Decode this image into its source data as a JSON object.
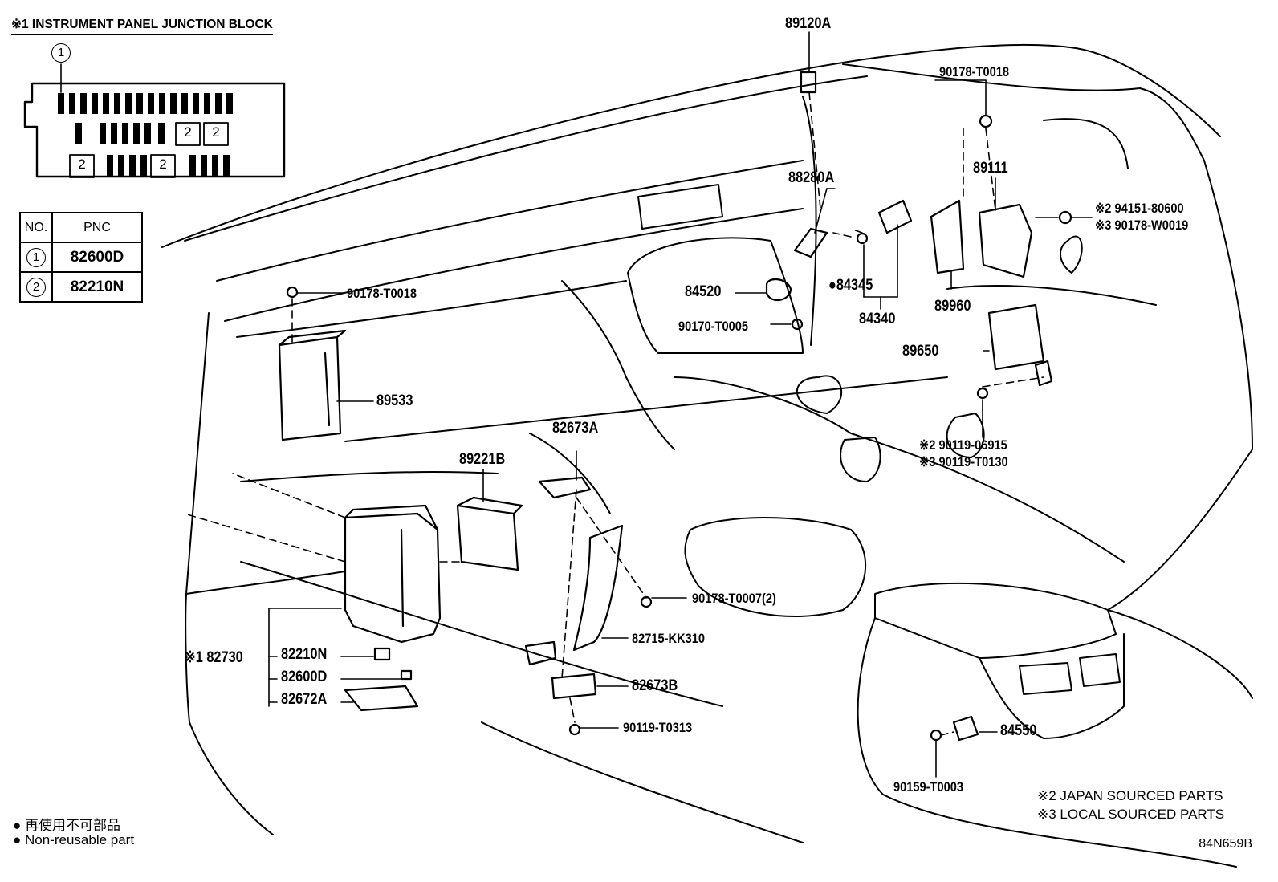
{
  "junction_block_title": "※1 INSTRUMENT PANEL JUNCTION BLOCK",
  "junction_block_callout": "1",
  "junction_block_small_badge": "2",
  "pnc_table": {
    "header_no": "NO.",
    "header_pnc": "PNC",
    "rows": [
      {
        "no": "1",
        "pnc": "82600D"
      },
      {
        "no": "2",
        "pnc": "82210N"
      }
    ]
  },
  "part_labels": {
    "p89120A": "89120A",
    "p90178_T0018_top": "90178-T0018",
    "p89111": "89111",
    "p88280A": "88280A",
    "p94151_80600": "※2 94151-80600",
    "p90178_W0019": "※3 90178-W0019",
    "p90178_T0018_left": "90178-T0018",
    "p84520": "84520",
    "p84345": "●84345",
    "p89960": "89960",
    "p84340": "84340",
    "p90170_T0005": "90170-T0005",
    "p89650": "89650",
    "p89533": "89533",
    "p82673A": "82673A",
    "p90119_06915": "※2 90119-06915",
    "p90119_T0130": "※3 90119-T0130",
    "p89221B": "89221B",
    "p90178_T0007": "90178-T0007(2)",
    "p82715_KK310": "82715-KK310",
    "p82730": "※1 82730",
    "p82210N": "82210N",
    "p82600D": "82600D",
    "p82672A": "82672A",
    "p82673B": "82673B",
    "p90119_T0313": "90119-T0313",
    "p84550": "84550",
    "p90159_T0003": "90159-T0003"
  },
  "footnotes": {
    "japan": "※2 JAPAN SOURCED PARTS",
    "local": "※3 LOCAL SOURCED PARTS",
    "non_reusable_jp": "● 再使用不可部品",
    "non_reusable_en": "● Non-reusable part"
  },
  "figure_code": "84N659B"
}
